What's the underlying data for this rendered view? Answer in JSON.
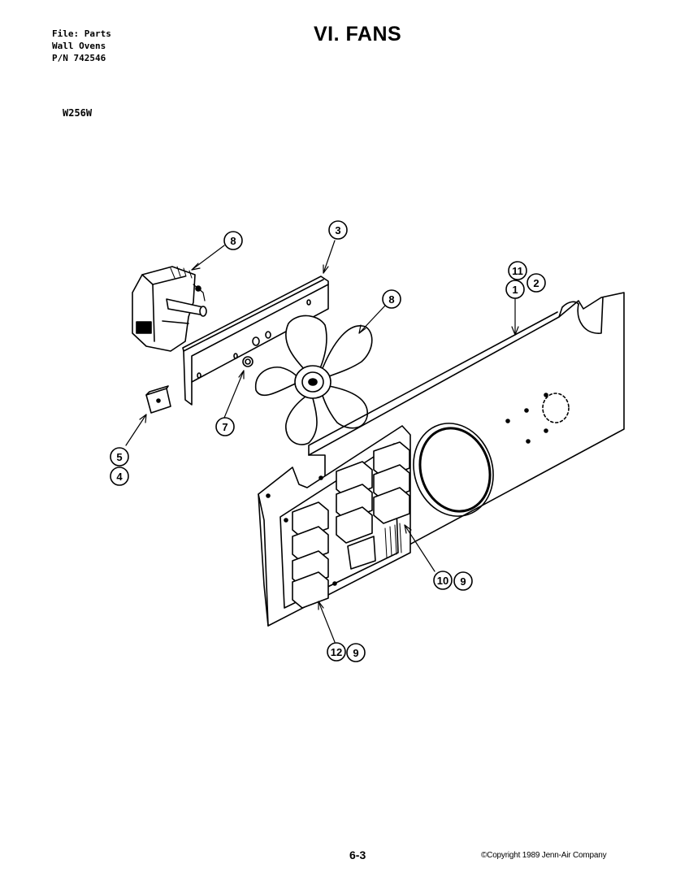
{
  "header": {
    "file_line": "File: Parts",
    "product_line": "Wall Ovens",
    "pn_line": "P/N 742546",
    "title": "VI. FANS",
    "model": "W256W"
  },
  "callouts": {
    "c3": "3",
    "c8a": "8",
    "c8b": "8",
    "c7": "7",
    "c5": "5",
    "c4": "4",
    "c11": "11",
    "c2": "2",
    "c1": "1",
    "c10": "10",
    "c9a": "9",
    "c12": "12",
    "c9b": "9"
  },
  "footer": {
    "page_number": "6-3",
    "copyright": "©Copyright 1989 Jenn-Air Company"
  }
}
